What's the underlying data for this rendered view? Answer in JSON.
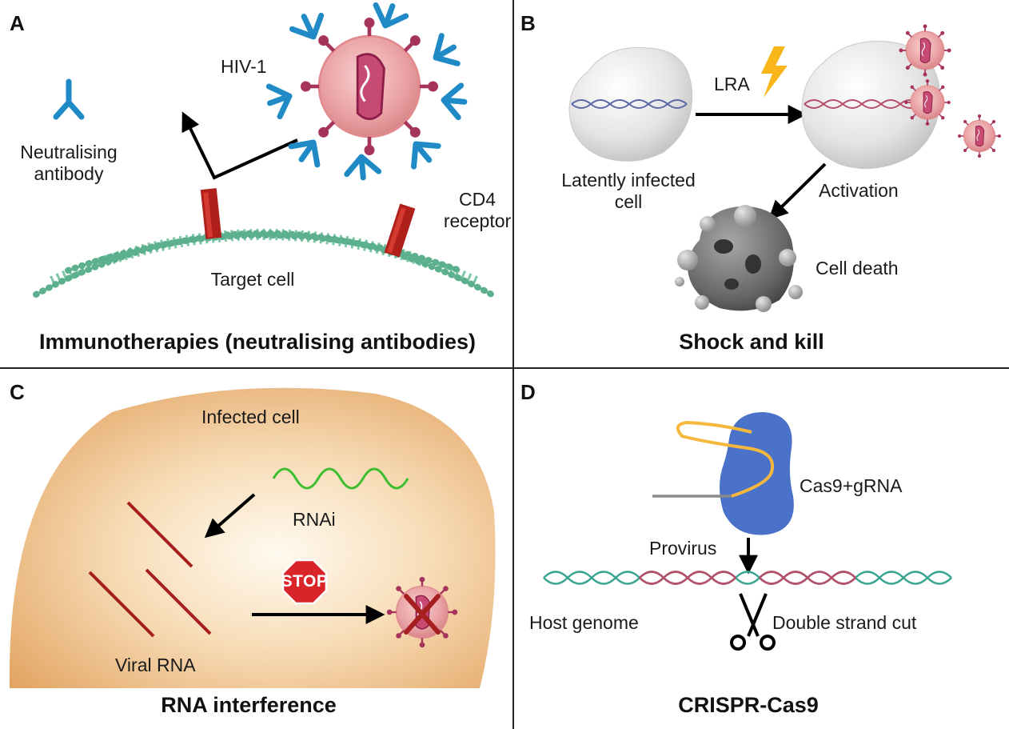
{
  "panels": [
    {
      "letter": "A",
      "title": "Immunotherapies (neutralising antibodies)",
      "labels": {
        "virus": "HIV-1",
        "antibody": "Neutralising antibody",
        "receptor": "CD4 receptor",
        "cell": "Target cell"
      }
    },
    {
      "letter": "B",
      "title": "Shock and kill",
      "labels": {
        "agent": "LRA",
        "latent_cell": "Latently infected cell",
        "activation": "Activation",
        "death": "Cell death"
      }
    },
    {
      "letter": "C",
      "title": "RNA interference",
      "labels": {
        "cell": "Infected cell",
        "rnai": "RNAi",
        "viral_rna": "Viral RNA",
        "stop_sign": "STOP"
      }
    },
    {
      "letter": "D",
      "title": "CRISPR-Cas9",
      "labels": {
        "cas9": "Cas9+gRNA",
        "provirus": "Provirus",
        "host": "Host genome",
        "cut": "Double strand cut"
      }
    }
  ],
  "colors": {
    "antibody": "#1f8ac6",
    "virus": "#e79595",
    "receptor": "#b0201a",
    "membrane": "#5cb08e",
    "cell_fill": "#e8b27a",
    "rna_green": "#3ebd30",
    "viral_rna": "#a51f1f",
    "stop": "#d9252a",
    "cas9": "#4a72c8",
    "grna": "#f5b73d",
    "dna_teal": "#3aa590",
    "dna_red": "#b5506a",
    "bolt": "#f8b619"
  }
}
